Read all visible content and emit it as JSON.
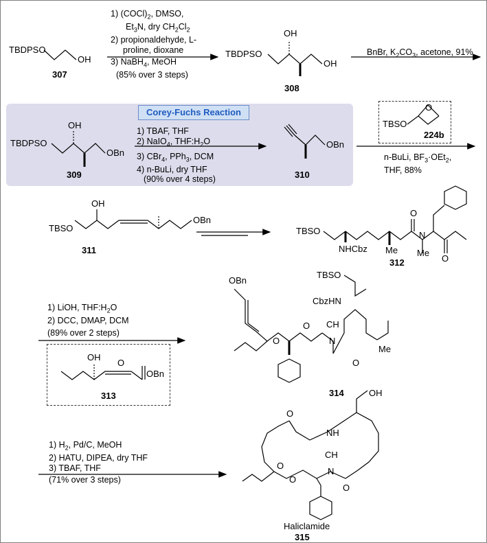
{
  "r1": {
    "c1": "1) (COCl)",
    "c1b": ", DMSO,",
    "c2": "Et",
    "c2b": "N, dry CH",
    "c2c": "Cl",
    "c3": "2) propionaldehyde, L-",
    "c4": "proline, dioxane",
    "c5": "3)  NaBH",
    "c5b": ", MeOH",
    "c6": "(85% over 3 steps)"
  },
  "r2": {
    "c1": "BnBr, K",
    "c1b": "CO",
    "c1c": ", acetone, 91%"
  },
  "r3": {
    "c1": "1) TBAF,  THF",
    "c2": "2) NaIO",
    "c2b": ", THF:H",
    "c2c": "O",
    "c3": "3) CBr",
    "c3b": ", PPh",
    "c3c": ", DCM",
    "c4": "4) n-BuLi, dry THF",
    "c5": "(90% over 4 steps)"
  },
  "r4": {
    "c1": "n-BuLi, BF",
    "c1b": "·OEt",
    "c2": "THF, 88%"
  },
  "r5": {
    "c1": "1) LiOH, THF:H",
    "c1b": "O",
    "c2": "2) DCC, DMAP, DCM",
    "c3": "(89% over 2 steps)"
  },
  "r6": {
    "c1": "1) H",
    "c1b": ", Pd/C, MeOH",
    "c2": "2) HATU, DIPEA, dry THF",
    "c3": "3) TBAF, THF",
    "c4": "(71% over 3 steps)"
  },
  "banner": "Corey-Fuchs Reaction",
  "compounds": {
    "c307": "307",
    "c308": "308",
    "c309": "309",
    "c310": "310",
    "c224b": "224b",
    "c311": "311",
    "c312": "312",
    "c313": "313",
    "c314": "314",
    "c315": "315",
    "name315": "Haliclamide"
  },
  "atoms": {
    "tbdpso": "TBDPSO",
    "tbso": "TBSO",
    "oh": "OH",
    "obn": "OBn",
    "o": "O",
    "n": "N",
    "me": "Me",
    "nhcbz": "NHCbz",
    "cbzhn": "CbzHN",
    "ch3": "CH",
    "nh": "NH",
    "h": "H",
    "sub2": "2",
    "sub3": "3",
    "sub4": "4"
  }
}
